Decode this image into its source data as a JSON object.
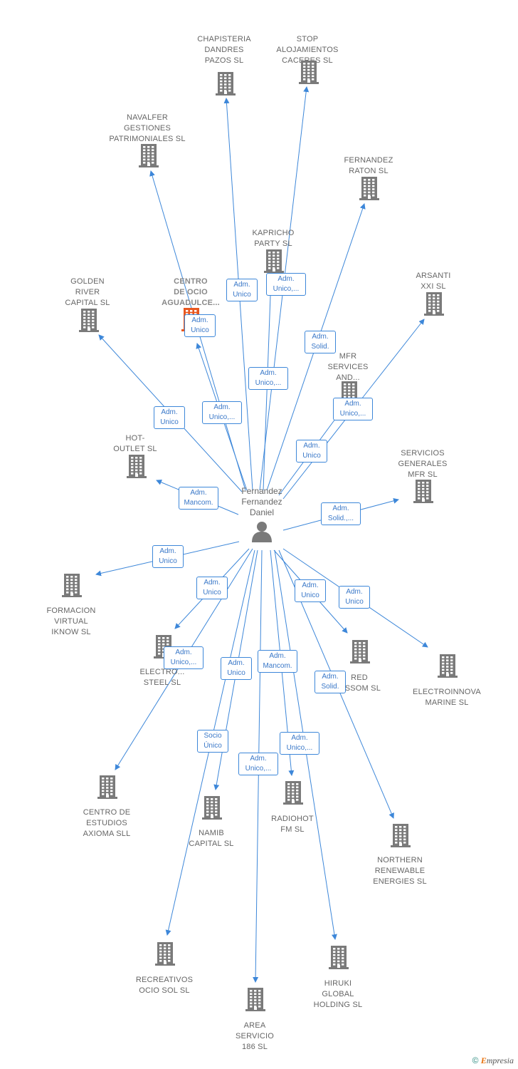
{
  "colors": {
    "edge": "#3d87d9",
    "building": "#7a7a7a",
    "building_highlight": "#e8571f",
    "text": "#666666"
  },
  "person": {
    "name": "Fernandez\nFernandez\nDaniel",
    "icon": "person-icon"
  },
  "companies": [
    {
      "id": "chapisteria",
      "name": "CHAPISTERIA\nDANDRES\nPAZOS SL"
    },
    {
      "id": "stop",
      "name": "STOP\nALOJAMIENTOS\nCACERES SL"
    },
    {
      "id": "navalfer",
      "name": "NAVALFER\nGESTIONES\nPATRIMONIALES SL"
    },
    {
      "id": "fernandez-raton",
      "name": "FERNANDEZ\nRATON SL"
    },
    {
      "id": "kapricho",
      "name": "KAPRICHO\nPARTY SL"
    },
    {
      "id": "arsanti",
      "name": "ARSANTI\nXXI SL"
    },
    {
      "id": "golden",
      "name": "GOLDEN\nRIVER\nCAPITAL SL"
    },
    {
      "id": "centro-ocio",
      "name": "CENTRO\nDE OCIO\nAGUADULCE..."
    },
    {
      "id": "mfr-services",
      "name": "MFR\nSERVICES\nAND..."
    },
    {
      "id": "hot-outlet",
      "name": "HOT-\nOUTLET SL"
    },
    {
      "id": "servicios-mfr",
      "name": "SERVICIOS\nGENERALES\nMFR SL"
    },
    {
      "id": "formacion",
      "name": "FORMACION\nVIRTUAL\nIKNOW SL"
    },
    {
      "id": "electro-steel",
      "name": "ELECTRO...\nSTEEL SL"
    },
    {
      "id": "red-blossom",
      "name": "RED\n...SSOM SL"
    },
    {
      "id": "electroinnova",
      "name": "ELECTROINNOVA\nMARINE SL"
    },
    {
      "id": "axioma",
      "name": "CENTRO DE\nESTUDIOS\nAXIOMA SLL"
    },
    {
      "id": "namib",
      "name": "NAMIB\nCAPITAL SL"
    },
    {
      "id": "radiohot",
      "name": "RADIOHOT\nFM SL"
    },
    {
      "id": "northern",
      "name": "NORTHERN\nRENEWABLE\nENERGIES SL"
    },
    {
      "id": "recreativos",
      "name": "RECREATIVOS\nOCIO SOL SL"
    },
    {
      "id": "hiruki",
      "name": "HIRUKI\nGLOBAL\nHOLDING SL"
    },
    {
      "id": "area",
      "name": "AREA\nSERVICIO\n186 SL"
    }
  ],
  "relations": [
    {
      "to": "chapisteria",
      "label": "Adm.\nUnico"
    },
    {
      "to": "stop",
      "label": "Adm.\nUnico,..."
    },
    {
      "to": "navalfer",
      "label": "Adm.\nUnico,..."
    },
    {
      "to": "fernandez-raton",
      "label": "Adm.\nSolid."
    },
    {
      "to": "kapricho",
      "label": "Adm.\nUnico,..."
    },
    {
      "to": "arsanti",
      "label": "Adm.\nUnico,..."
    },
    {
      "to": "golden",
      "label": "Adm.\nUnico"
    },
    {
      "to": "centro-ocio",
      "label": "Adm.\nUnico"
    },
    {
      "to": "mfr-services",
      "label": "Adm.\nUnico"
    },
    {
      "to": "hot-outlet",
      "label": "Adm.\nMancom."
    },
    {
      "to": "servicios-mfr",
      "label": "Adm.\nSolid.,..."
    },
    {
      "to": "formacion",
      "label": "Adm.\nUnico"
    },
    {
      "to": "electro-steel",
      "label": "Adm.\nUnico"
    },
    {
      "to": "red-blossom",
      "label": "Adm.\nUnico"
    },
    {
      "to": "electroinnova",
      "label": "Adm.\nUnico"
    },
    {
      "to": "axioma",
      "label": "Adm.\nUnico,..."
    },
    {
      "to": "namib",
      "label": "Adm.\nUnico"
    },
    {
      "to": "radiohot",
      "label": "Adm.\nUnico,..."
    },
    {
      "to": "northern",
      "label": "Adm.\nSolid."
    },
    {
      "to": "recreativos",
      "label": "Socio\nÚnico"
    },
    {
      "to": "hiruki",
      "label": "Adm.\nMancom."
    },
    {
      "to": "area",
      "label": "Adm.\nUnico,..."
    }
  ],
  "footer": {
    "copyright": "©",
    "brand_initial": "E",
    "brand_rest": "mpresia"
  }
}
